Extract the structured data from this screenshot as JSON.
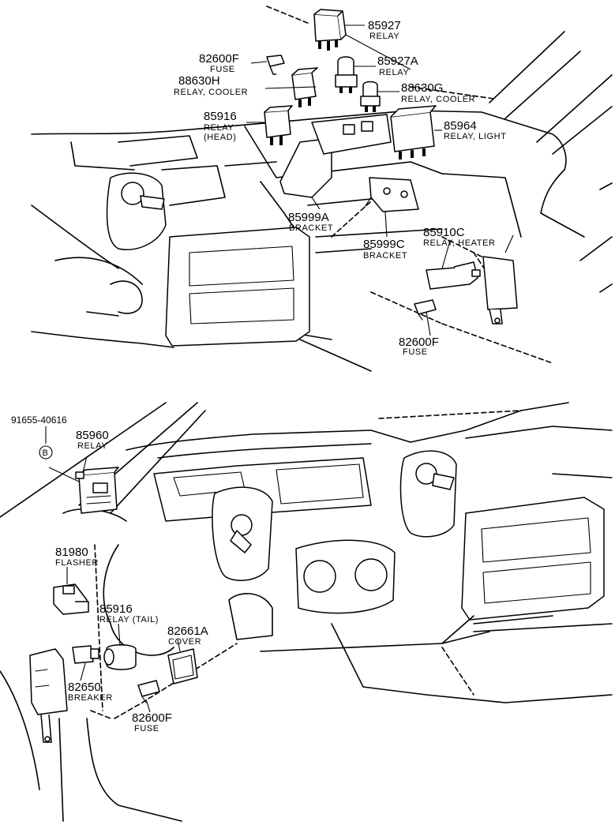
{
  "callouts": {
    "relay_85927": {
      "number": "85927",
      "name": "RELAY"
    },
    "fuse_82600f_top": {
      "number": "82600F",
      "name": "FUSE"
    },
    "relay_85927a": {
      "number": "85927A",
      "name": "RELAY"
    },
    "relay_88630h": {
      "number": "88630H",
      "name": "RELAY, COOLER"
    },
    "relay_88630g": {
      "number": "88630G",
      "name": "RELAY, COOLER"
    },
    "relay_85916_head": {
      "number": "85916",
      "name": "RELAY",
      "sub": "(HEAD)"
    },
    "relay_85964": {
      "number": "85964",
      "name": "RELAY, LIGHT"
    },
    "bracket_85999a": {
      "number": "85999A",
      "name": "BRACKET"
    },
    "bracket_85999c": {
      "number": "85999C",
      "name": "BRACKET"
    },
    "relay_85910c": {
      "number": "85910C",
      "name": "RELAY, HEATER"
    },
    "fuse_82600f_mid": {
      "number": "82600F",
      "name": "FUSE"
    },
    "bolt_91655": {
      "number": "91655-40616",
      "symbol": "B"
    },
    "relay_85960": {
      "number": "85960",
      "name": "RELAY"
    },
    "flasher_81980": {
      "number": "81980",
      "name": "FLASHER"
    },
    "relay_85916_tail": {
      "number": "85916",
      "name": "RELAY (TAIL)"
    },
    "cover_82661a": {
      "number": "82661A",
      "name": "COVER"
    },
    "breaker_82650": {
      "number": "82650",
      "name": "BREAKER"
    },
    "fuse_82600f_bottom": {
      "number": "82600F",
      "name": "FUSE"
    }
  }
}
